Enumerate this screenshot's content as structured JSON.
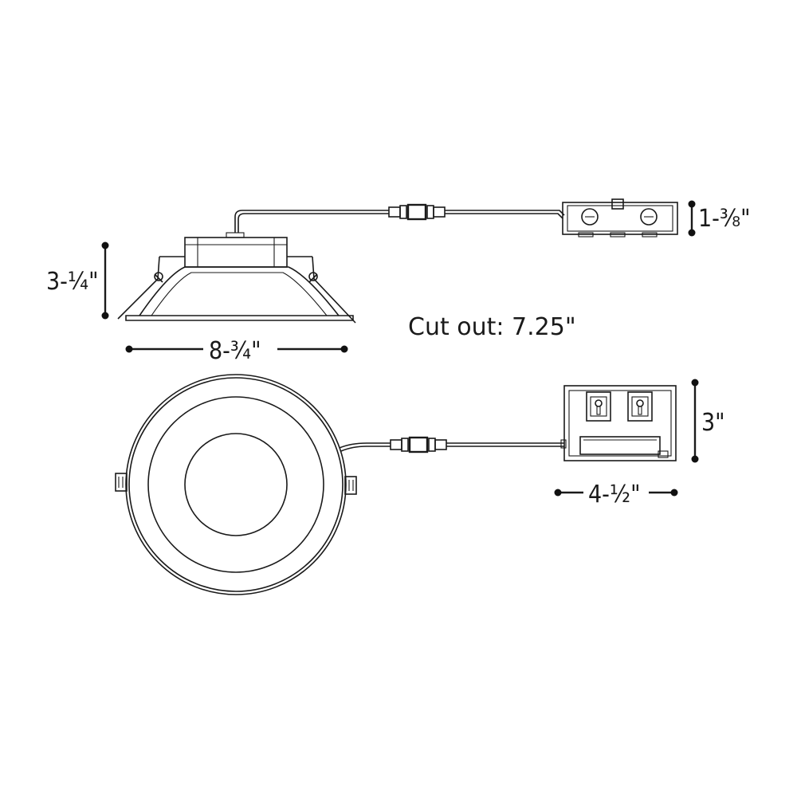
{
  "labels": {
    "height_side": "3-¼\"",
    "width_side": "8-¾\"",
    "junction_height": "1-⅜\"",
    "cut_out": "Cut out: 7.25\"",
    "junction_depth": "3\"",
    "junction_width": "4-½\""
  },
  "colors": {
    "line": "#1a1a1a",
    "background": "#ffffff"
  }
}
